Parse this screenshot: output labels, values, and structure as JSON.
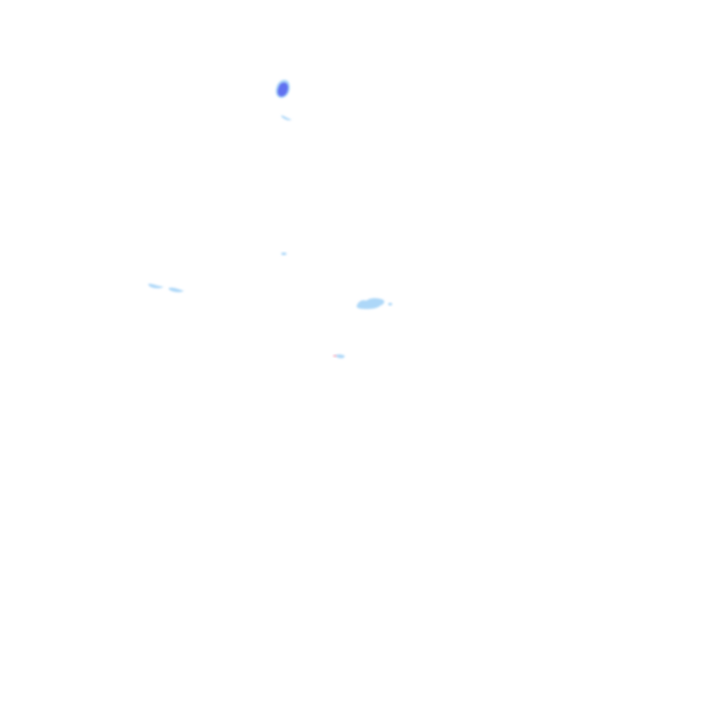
{
  "map": {
    "kind": "precipitation-radar-overlay",
    "background_color": "#ffffff",
    "legend_colors": {
      "light": "#9fd0f7",
      "moderate": "#5d6cf0",
      "heavy": "#f5a3b8"
    },
    "echoes": [
      {
        "name": "echo-north-cell",
        "intensity": "moderate",
        "color": "#5d6cf0"
      },
      {
        "name": "echo-north-cell-fringe",
        "intensity": "light",
        "color": "#9fd0f7"
      },
      {
        "name": "echo-north-streak",
        "intensity": "light",
        "color": "#9fd0f7"
      },
      {
        "name": "echo-center-speck",
        "intensity": "light",
        "color": "#9fd0f7"
      },
      {
        "name": "echo-west-band-a",
        "intensity": "light",
        "color": "#9fd0f7"
      },
      {
        "name": "echo-west-band-b",
        "intensity": "light",
        "color": "#9fd0f7"
      },
      {
        "name": "echo-east-cluster",
        "intensity": "light",
        "color": "#9fd0f7"
      },
      {
        "name": "echo-east-cluster-tail",
        "intensity": "light",
        "color": "#9fd0f7"
      },
      {
        "name": "echo-south-speck",
        "intensity": "light",
        "color": "#9fd0f7"
      },
      {
        "name": "echo-south-speck-pink",
        "intensity": "heavy",
        "color": "#f5a3b8"
      }
    ]
  }
}
